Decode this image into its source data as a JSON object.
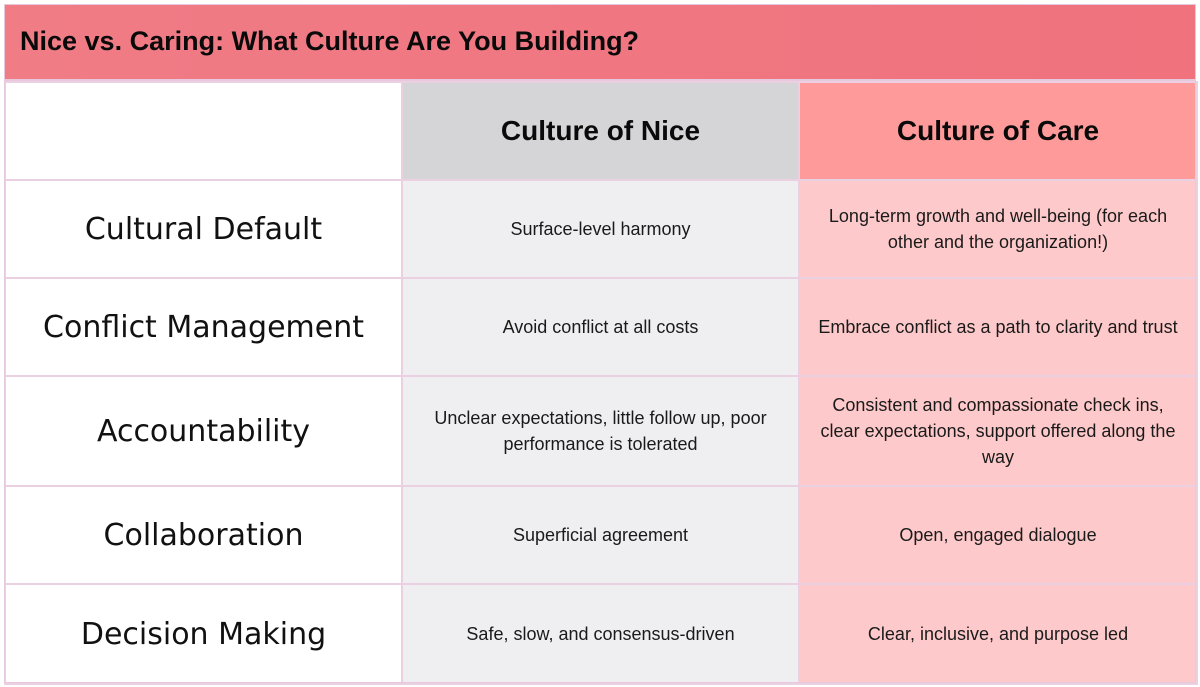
{
  "title": "Nice vs. Caring: What Culture Are You Building?",
  "columns": {
    "label": "",
    "nice": "Culture of Nice",
    "care": "Culture of Care"
  },
  "rows": [
    {
      "label": "Cultural Default",
      "nice": "Surface-level harmony",
      "care": "Long-term growth and well-being (for each other and the organization!)"
    },
    {
      "label": "Conflict Management",
      "nice": "Avoid conflict at all costs",
      "care": "Embrace conflict as a path to clarity and trust"
    },
    {
      "label": "Accountability",
      "nice": "Unclear expectations, little follow up, poor performance is tolerated",
      "care": "Consistent and compassionate check ins, clear expectations, support offered along the way"
    },
    {
      "label": "Collaboration",
      "nice": "Superficial agreement",
      "care": "Open, engaged dialogue"
    },
    {
      "label": "Decision Making",
      "nice": "Safe, slow, and consensus-driven",
      "care": "Clear, inclusive, and purpose led"
    }
  ],
  "colors": {
    "title_bar": "#f07c86",
    "nice_header": "#d5d5d7",
    "care_header": "#fe9a9a",
    "nice_cell": "#efeff1",
    "care_cell": "#fec9ca",
    "grid_line": "#ead0e0"
  }
}
